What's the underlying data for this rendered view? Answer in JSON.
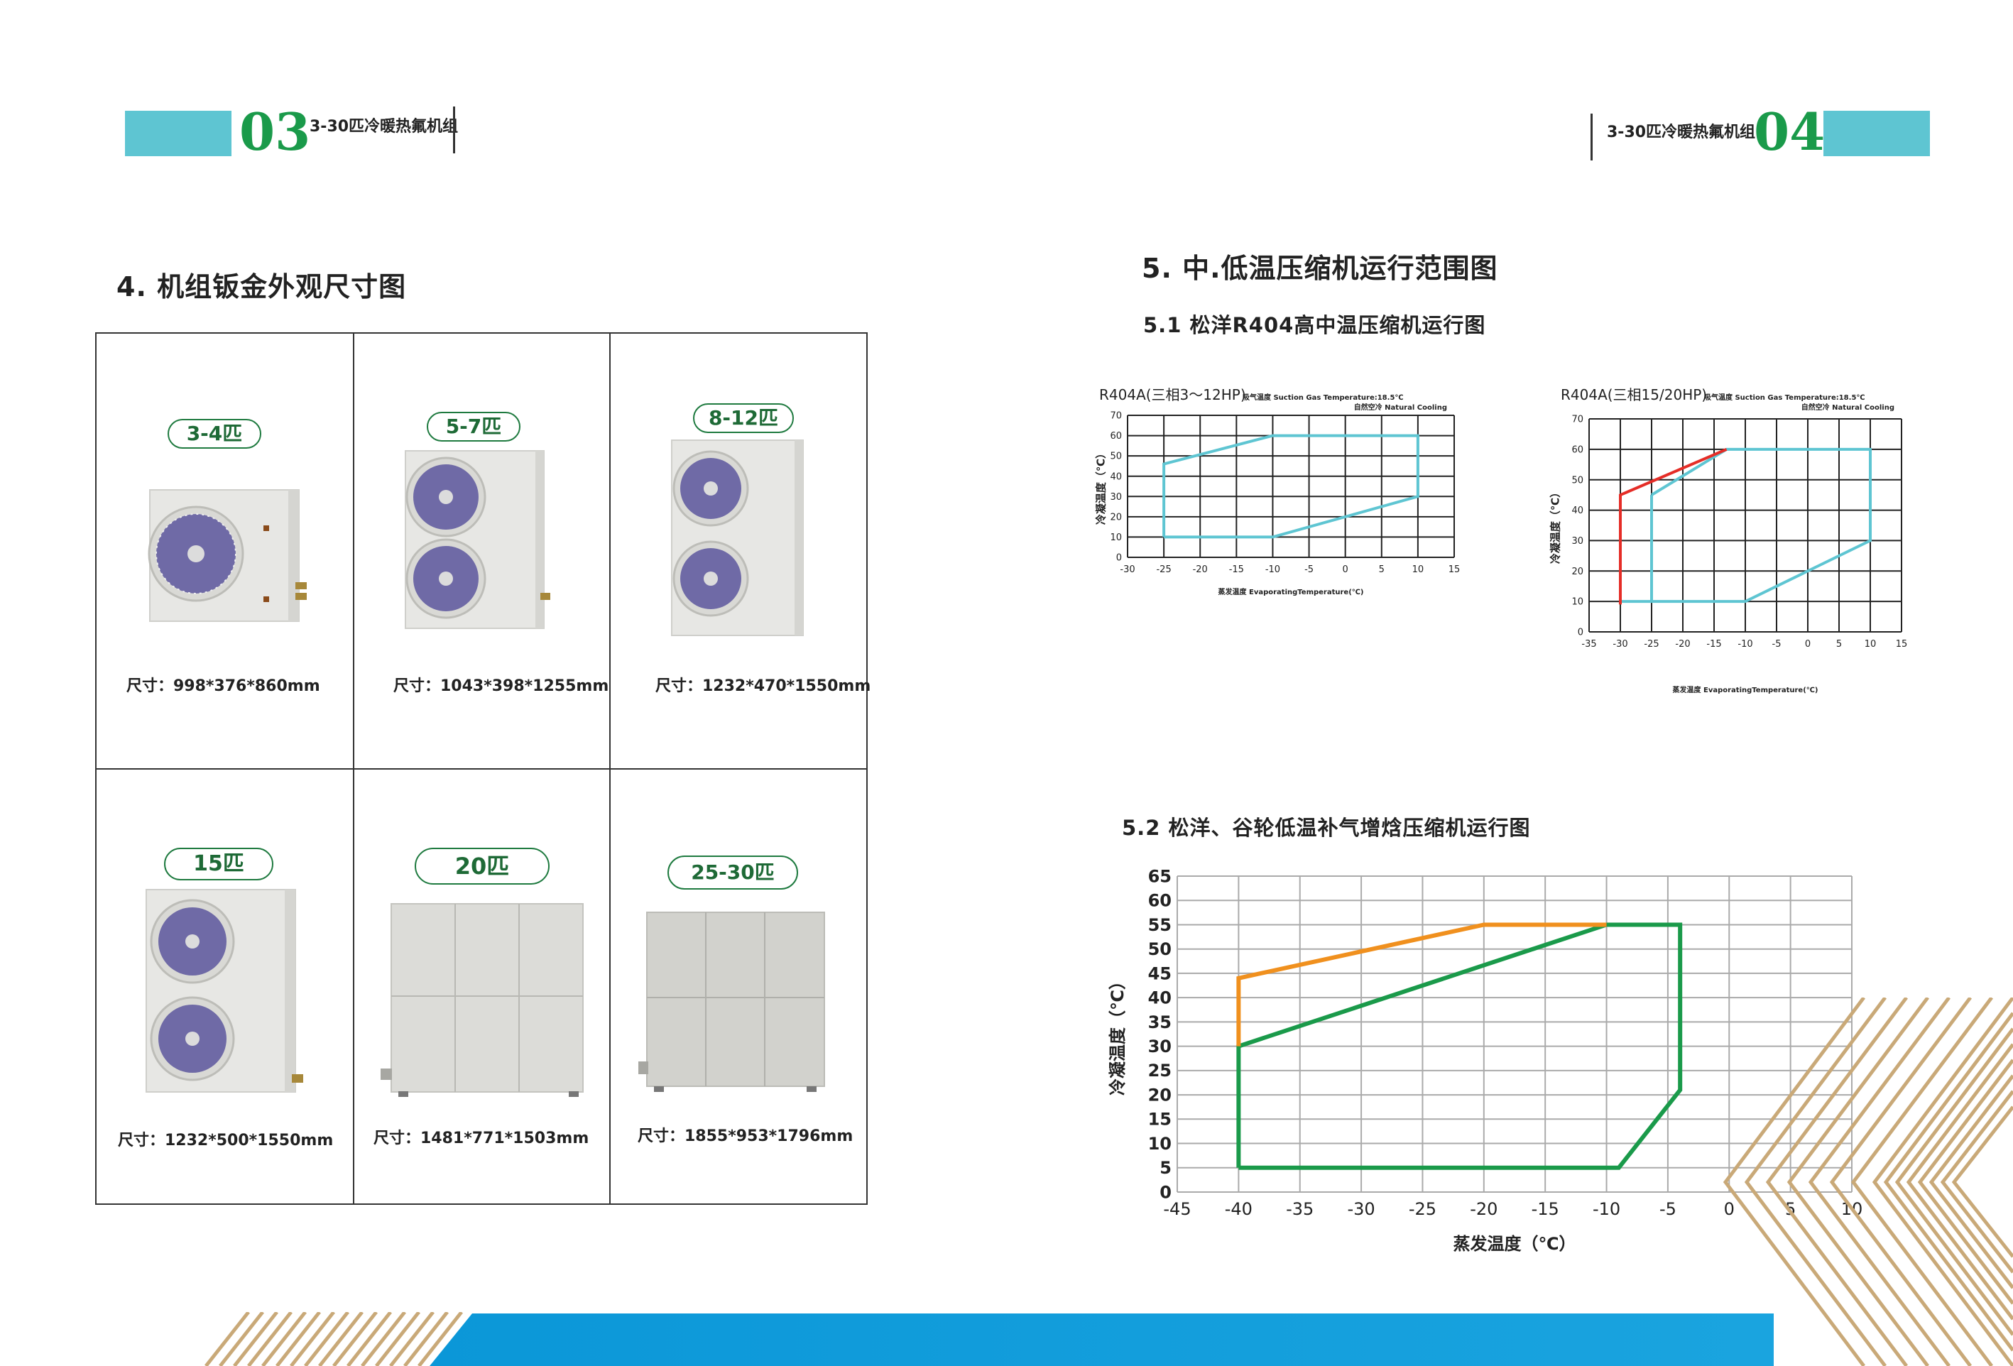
{
  "header_left": {
    "page_number": "03",
    "title": "3-30匹冷暖热氟机组"
  },
  "header_right": {
    "page_number": "04",
    "title": "3-30匹冷暖热氟机组"
  },
  "section4": {
    "title": "4. 机组钣金外观尺寸图",
    "units": [
      {
        "label": "3-4匹",
        "size": "尺寸：998*376*860mm",
        "fans": 1,
        "type": "fan"
      },
      {
        "label": "5-7匹",
        "size": "尺寸：1043*398*1255mm",
        "fans": 2,
        "type": "fan"
      },
      {
        "label": "8-12匹",
        "size": "尺寸：1232*470*1550mm",
        "fans": 2,
        "type": "fan"
      },
      {
        "label": "15匹",
        "size": "尺寸：1232*500*1550mm",
        "fans": 2,
        "type": "fan"
      },
      {
        "label": "20匹",
        "size": "尺寸：1481*771*1503mm",
        "fans": 0,
        "type": "cabinet"
      },
      {
        "label": "25-30匹",
        "size": "尺寸：1855*953*1796mm",
        "fans": 0,
        "type": "cabinet"
      }
    ]
  },
  "section5": {
    "title": "5. 中.低温压缩机运行范围图",
    "sub1": "5.1 松洋R404高中温压缩机运行图",
    "sub2": "5.2 松洋、谷轮低温补气增焓压缩机运行图"
  },
  "chart_data": [
    {
      "type": "line",
      "title": "R404A(三相3～12HP)",
      "note1": "吸气温度 Suction Gas Temperature:18.5℃",
      "note2": "自然空冷 Natural Cooling",
      "xlabel": "蒸发温度 EvaporatingTemperature(℃)",
      "ylabel": "冷凝温度（℃）",
      "xlim": [
        -30,
        15
      ],
      "ylim": [
        0,
        70
      ],
      "xticks": [
        -30,
        -25,
        -20,
        -15,
        -10,
        -5,
        0,
        5,
        10,
        15
      ],
      "yticks": [
        0,
        10,
        20,
        30,
        40,
        50,
        60,
        70
      ],
      "grid": true,
      "series": [
        {
          "color": "#5ec5d2",
          "points": [
            [
              -25,
              10
            ],
            [
              -10,
              10
            ],
            [
              10,
              30
            ],
            [
              10,
              60
            ],
            [
              -10,
              60
            ],
            [
              -25,
              46
            ],
            [
              -25,
              10
            ]
          ]
        }
      ]
    },
    {
      "type": "line",
      "title": "R404A(三相15/20HP)",
      "note1": "吸气温度 Suction Gas Temperature:18.5℃",
      "note2": "自然空冷 Natural Cooling",
      "xlabel": "蒸发温度 EvaporatingTemperature(℃)",
      "ylabel": "冷凝温度（℃）",
      "xlim": [
        -35,
        15
      ],
      "ylim": [
        0,
        70
      ],
      "xticks": [
        -35,
        -30,
        -25,
        -20,
        -15,
        -10,
        -5,
        0,
        5,
        10,
        15
      ],
      "yticks": [
        0,
        10,
        20,
        30,
        40,
        50,
        60,
        70
      ],
      "grid": true,
      "series": [
        {
          "color": "#5ec5d2",
          "points": [
            [
              -25,
              45
            ],
            [
              -25,
              10
            ],
            [
              -30,
              10
            ],
            [
              -10,
              10
            ],
            [
              10,
              30
            ],
            [
              10,
              60
            ],
            [
              -13,
              60
            ],
            [
              -25,
              45
            ]
          ]
        },
        {
          "color": "#e52d27",
          "points": [
            [
              -30,
              9
            ],
            [
              -30,
              45
            ],
            [
              -13,
              60
            ]
          ]
        }
      ]
    },
    {
      "type": "line",
      "title": "",
      "xlabel": "蒸发温度（℃）",
      "ylabel": "冷凝温度（℃）",
      "xlim": [
        -45,
        10
      ],
      "ylim": [
        0,
        65
      ],
      "xticks": [
        -45,
        -40,
        -35,
        -30,
        -25,
        -20,
        -15,
        -10,
        -5,
        0,
        5,
        10
      ],
      "yticks": [
        0,
        5,
        10,
        15,
        20,
        25,
        30,
        35,
        40,
        45,
        50,
        55,
        60,
        65
      ],
      "grid": true,
      "series": [
        {
          "color": "#1a9a4a",
          "points": [
            [
              -40,
              5
            ],
            [
              -40,
              30
            ],
            [
              -10,
              55
            ],
            [
              -4,
              55
            ],
            [
              -4,
              21
            ],
            [
              -9,
              5
            ],
            [
              -40,
              5
            ]
          ]
        },
        {
          "color": "#f0901e",
          "points": [
            [
              -40,
              30
            ],
            [
              -40,
              44
            ],
            [
              -20,
              55
            ],
            [
              -10,
              55
            ]
          ]
        }
      ]
    }
  ]
}
